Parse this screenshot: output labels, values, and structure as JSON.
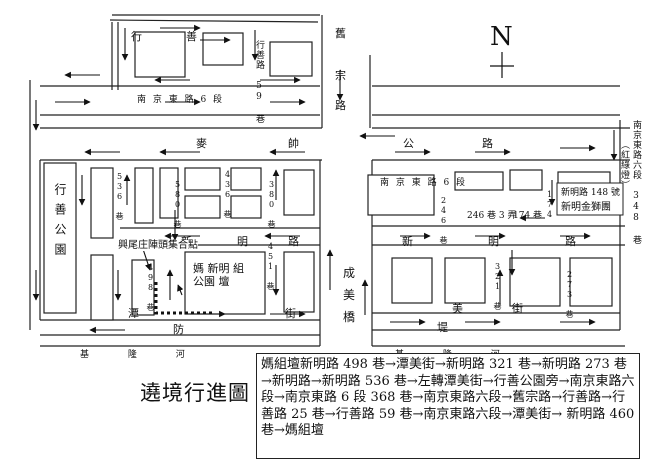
{
  "title": "遶境行進圖",
  "north": "N",
  "route_text": "媽組壇新明路 498 巷→潭美街→新明路 321 巷→新明路 273 巷→新明路→新明路 536 巷→左轉潭美街→行善公園旁→南京東路六段→南京東路 6 段 368 巷→南京東路六段→舊宗路→行善路→行善路 25 巷→行善路 59 巷→南京東路六段→潭美街→ 新明路 460 巷→媽組壇",
  "labels": {
    "xingshan_top": "行",
    "shan_top": "善",
    "xingshan59": "行善路 59 巷",
    "jiuzong_a": "舊",
    "jiuzong_b": "宗",
    "jiuzong_c": "路",
    "nanjing6_top": "南 京 東 路 6 段",
    "nanjing6_right": "南京東路六段 348 巷",
    "nanjing6_right_note": "（紅綠燈）",
    "maicheng": "麥",
    "shi": "帥",
    "gong": "公",
    "lu": "路",
    "xingshan_park": "行善公園",
    "lane536": "536 巷",
    "lane580": "580 巷",
    "lane436": "436 巷",
    "lane380": "380 巷",
    "nanjing6_mid": "南 京 東 路 6 段",
    "lane246": "246 巷",
    "lane246_3": "246 巷 3 弄",
    "lane174": "174 巷",
    "lane174b": "174",
    "xinming148": "新明路 148 號",
    "xinming_jinshi": "新明金獅團",
    "xinming_a": "新",
    "ming_a": "明",
    "lu_a": "路",
    "xinming_b": "新",
    "ming_b": "明",
    "lu_b": "路",
    "lane321": "321 巷",
    "lane273": "273 巷",
    "lane498": "498 巷",
    "lane451": "451 巷",
    "gathering": "興尾庄陣頭集合點",
    "temple": "媽 新明 組 公園 壇",
    "chengmei_a": "成",
    "chengmei_b": "美",
    "chengmei_c": "橋",
    "tan": "潭",
    "mei": "美",
    "jie": "街",
    "fang": "防",
    "di": "堤",
    "jilong_river": "基 隆 河"
  }
}
